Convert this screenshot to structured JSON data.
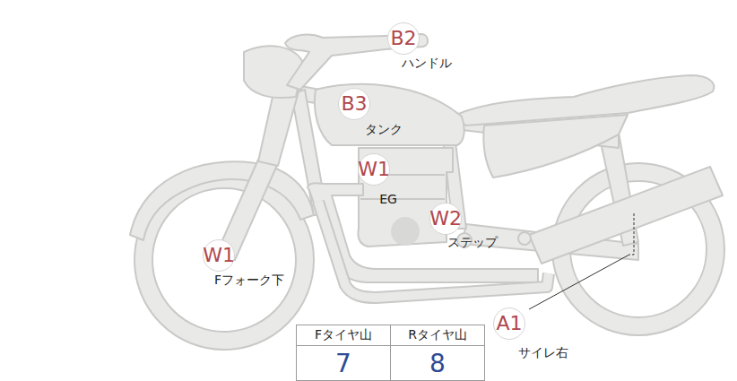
{
  "diagram": {
    "nodes": [
      {
        "text": [
          "B2",
          "ハンドル"
        ]
      },
      {
        "text": [
          "B3",
          "タンク"
        ]
      },
      {
        "text": [
          "W1",
          "EG"
        ]
      },
      {
        "text": [
          "W2",
          "ステップ"
        ]
      },
      {
        "text": [
          "W1",
          "Fフォーク下"
        ]
      },
      {
        "text": [
          "A1",
          "サイレ右"
        ]
      }
    ],
    "labels": [
      "Fタイヤ山",
      "Rタイヤ山",
      "7",
      "8"
    ]
  }
}
